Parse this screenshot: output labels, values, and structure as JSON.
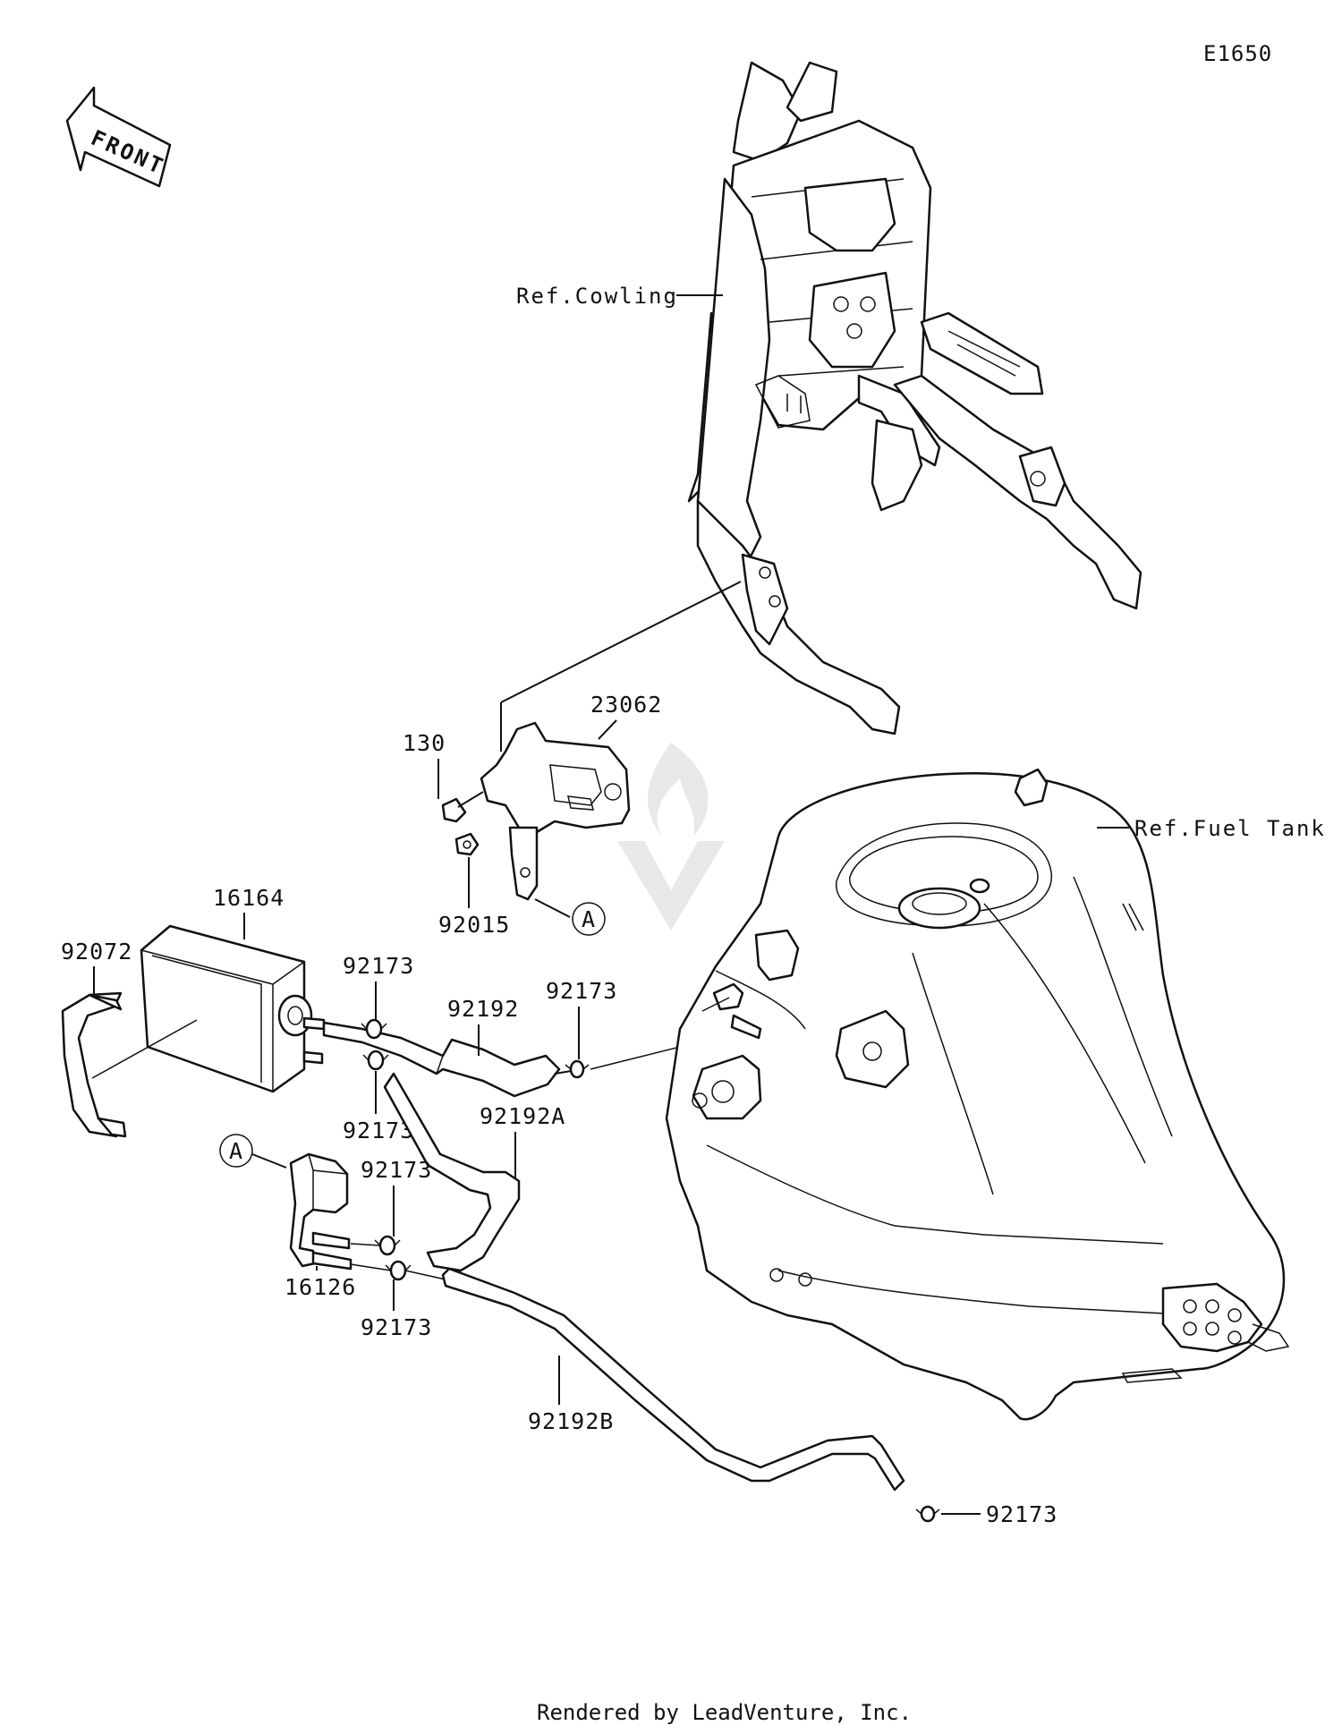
{
  "diagram_code": "E1650",
  "front_arrow_label": "FRONT",
  "refs": {
    "cowling": "Ref.Cowling",
    "fuel_tank": "Ref.Fuel Tank"
  },
  "parts": {
    "p23062": "23062",
    "p130": "130",
    "p92015": "92015",
    "p16164": "16164",
    "p92072": "92072",
    "p92173_a": "92173",
    "p92192": "92192",
    "p92173_b": "92173",
    "p92173_c": "92173",
    "p92192A": "92192A",
    "p92173_d": "92173",
    "p16126": "16126",
    "p92173_e": "92173",
    "p92192B": "92192B",
    "p92173_f": "92173"
  },
  "callouts": {
    "a_right": "A",
    "a_left": "A"
  },
  "footer": "Rendered by LeadVenture, Inc."
}
